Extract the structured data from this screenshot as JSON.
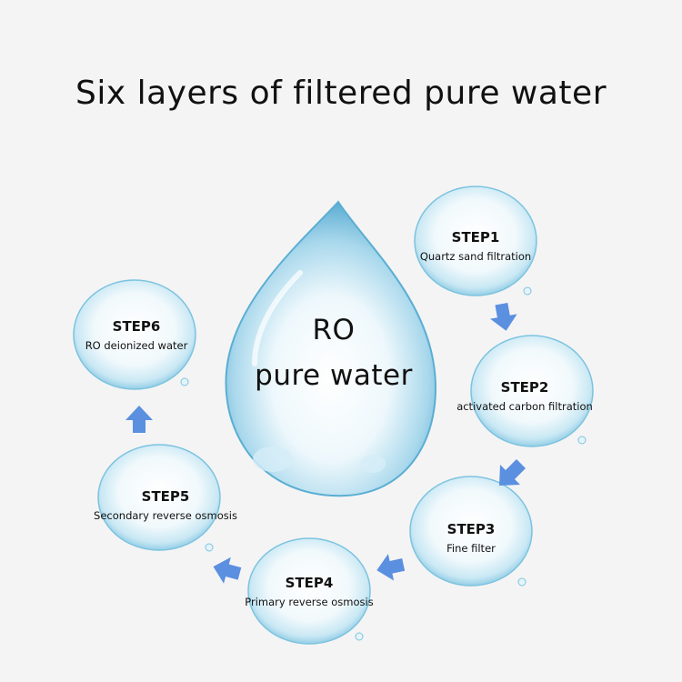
{
  "title": "Six layers of filtered pure water",
  "center": {
    "line1": "RO",
    "line2": "pure water"
  },
  "colors": {
    "background": "#f4f4f4",
    "drop_light": "#e9f6fb",
    "drop_dark": "#5aaed3",
    "arrow": "#5b8fe0"
  },
  "steps": [
    {
      "step": "STEP1",
      "name": "Quartz sand filtration"
    },
    {
      "step": "STEP2",
      "name": "activated carbon filtration"
    },
    {
      "step": "STEP3",
      "name": "Fine filter"
    },
    {
      "step": "STEP4",
      "name": "Primary reverse osmosis"
    },
    {
      "step": "STEP5",
      "name": "Secondary reverse osmosis"
    },
    {
      "step": "STEP6",
      "name": "RO deionized water"
    }
  ],
  "arrows": [
    "down",
    "down-left",
    "left",
    "left",
    "up"
  ]
}
